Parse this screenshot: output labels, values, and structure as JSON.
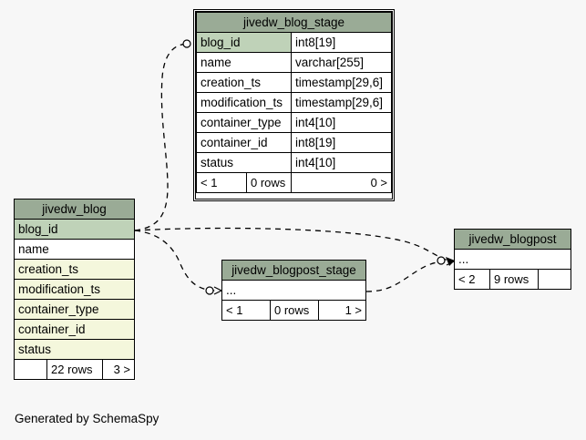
{
  "tables": {
    "blog_stage": {
      "title": "jivedw_blog_stage",
      "columns": [
        {
          "name": "blog_id",
          "type": "int8[19]"
        },
        {
          "name": "name",
          "type": "varchar[255]"
        },
        {
          "name": "creation_ts",
          "type": "timestamp[29,6]"
        },
        {
          "name": "modification_ts",
          "type": "timestamp[29,6]"
        },
        {
          "name": "container_type",
          "type": "int4[10]"
        },
        {
          "name": "container_id",
          "type": "int8[19]"
        },
        {
          "name": "status",
          "type": "int4[10]"
        }
      ],
      "footer": {
        "parents": "< 1",
        "rows": "0 rows",
        "children": "0 >"
      }
    },
    "blog": {
      "title": "jivedw_blog",
      "columns": [
        "blog_id",
        "name",
        "creation_ts",
        "modification_ts",
        "container_type",
        "container_id",
        "status"
      ],
      "footer": {
        "parents": "",
        "rows": "22 rows",
        "children": "3 >"
      }
    },
    "blogpost_stage": {
      "title": "jivedw_blogpost_stage",
      "columns": [
        "..."
      ],
      "footer": {
        "parents": "< 1",
        "rows": "0 rows",
        "children": "1 >"
      }
    },
    "blogpost": {
      "title": "jivedw_blogpost",
      "columns": [
        "..."
      ],
      "footer": {
        "parents": "< 2",
        "rows": "9 rows",
        "children": ""
      }
    }
  },
  "footer_text": "Generated by SchemaSpy",
  "colors": {
    "header": "#9aab96",
    "primary_key": "#bfd2b8",
    "foreign_key": "#f4f7dc",
    "background": "#f7f7f7"
  }
}
